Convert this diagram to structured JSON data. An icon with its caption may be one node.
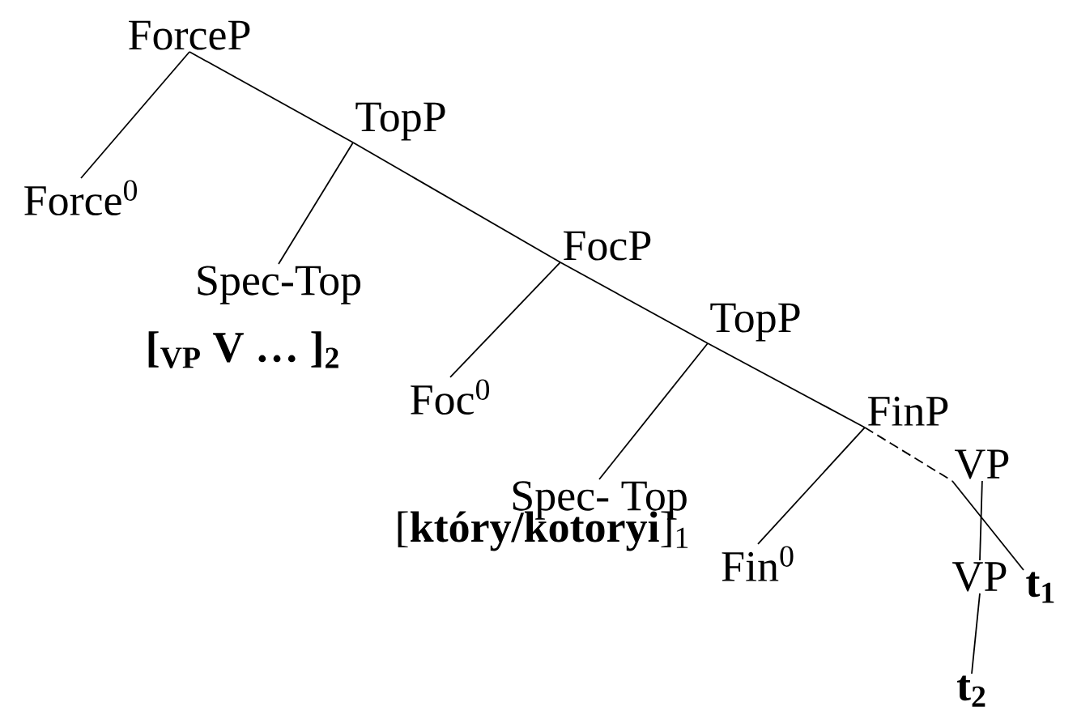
{
  "diagram": {
    "nodes": [
      {
        "text": [
          "ForceP"
        ]
      },
      {
        "text": [
          "Force$^{0}$"
        ]
      },
      {
        "text": [
          "TopP"
        ]
      },
      {
        "text": [
          "Spec-Top"
        ],
        "beside": [
          "[$_{VP}$ V … ]$_{2}$"
        ]
      },
      {
        "text": [
          "FocP"
        ]
      },
      {
        "text": [
          "Foc$^{0}$"
        ]
      },
      {
        "text": [
          "TopP"
        ]
      },
      {
        "text": [
          "Spec- Top"
        ],
        "beside": [
          "[**który/kotoryi**]$_{1}$"
        ]
      },
      {
        "text": [
          "FinP"
        ]
      },
      {
        "text": [
          "Fin$^{0}$"
        ]
      },
      {
        "text": [
          "VP"
        ]
      },
      {
        "text": [
          "VP"
        ]
      },
      {
        "text": [
          "t$_{1}$"
        ]
      },
      {
        "text": [
          "t$_{2}$"
        ]
      }
    ],
    "edges": [
      {
        "from": 0,
        "to": 1,
        "arrow": "none"
      },
      {
        "from": 0,
        "to": 2,
        "arrow": "none"
      },
      {
        "from": 2,
        "to": 3,
        "arrow": "none"
      },
      {
        "from": 2,
        "to": 4,
        "arrow": "none"
      },
      {
        "from": 4,
        "to": 5,
        "arrow": "none"
      },
      {
        "from": 4,
        "to": 6,
        "arrow": "none"
      },
      {
        "from": 6,
        "to": 7,
        "arrow": "none"
      },
      {
        "from": 6,
        "to": 8,
        "arrow": "none"
      },
      {
        "from": 8,
        "to": 9,
        "arrow": "none"
      },
      {
        "from": 8,
        "to": 10,
        "arrow": "none",
        "style": "dashed"
      },
      {
        "from": 10,
        "to": 11,
        "arrow": "none"
      },
      {
        "from": 10,
        "to": 12,
        "arrow": "none"
      },
      {
        "from": 11,
        "to": 13,
        "arrow": "none"
      }
    ]
  }
}
